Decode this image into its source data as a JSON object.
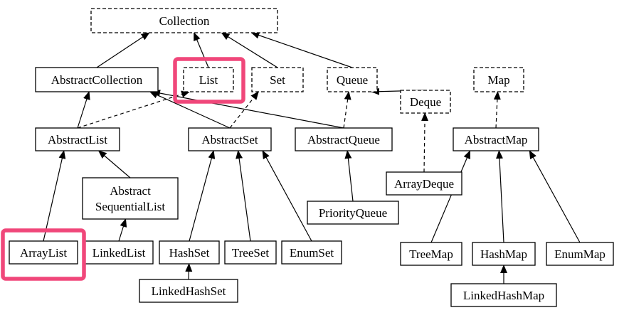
{
  "colors": {
    "background": "#ffffff",
    "line": "#000000",
    "highlight": "#f0477a"
  },
  "nodes": [
    {
      "id": "collection",
      "name": "Collection",
      "interface": true
    },
    {
      "id": "abstractcollection",
      "name": "AbstractCollection",
      "interface": false
    },
    {
      "id": "list",
      "name": "List",
      "interface": true,
      "highlighted": true
    },
    {
      "id": "set",
      "name": "Set",
      "interface": true
    },
    {
      "id": "queue",
      "name": "Queue",
      "interface": true
    },
    {
      "id": "deque",
      "name": "Deque",
      "interface": true
    },
    {
      "id": "map",
      "name": "Map",
      "interface": true
    },
    {
      "id": "abstractlist",
      "name": "AbstractList",
      "interface": false
    },
    {
      "id": "abstractset",
      "name": "AbstractSet",
      "interface": false
    },
    {
      "id": "abstractqueue",
      "name": "AbstractQueue",
      "interface": false
    },
    {
      "id": "abstractmap",
      "name": "AbstractMap",
      "interface": false
    },
    {
      "id": "abstractsequentiallist",
      "name": "Abstract\nSequentialList",
      "interface": false
    },
    {
      "id": "arraydeque",
      "name": "ArrayDeque",
      "interface": false
    },
    {
      "id": "priorityqueue",
      "name": "PriorityQueue",
      "interface": false
    },
    {
      "id": "arraylist",
      "name": "ArrayList",
      "interface": false,
      "highlighted": true
    },
    {
      "id": "linkedlist",
      "name": "LinkedList",
      "interface": false
    },
    {
      "id": "hashset",
      "name": "HashSet",
      "interface": false
    },
    {
      "id": "treeset",
      "name": "TreeSet",
      "interface": false
    },
    {
      "id": "enumset",
      "name": "EnumSet",
      "interface": false
    },
    {
      "id": "linkedhashset",
      "name": "LinkedHashSet",
      "interface": false
    },
    {
      "id": "treemap",
      "name": "TreeMap",
      "interface": false
    },
    {
      "id": "hashmap",
      "name": "HashMap",
      "interface": false
    },
    {
      "id": "enummap",
      "name": "EnumMap",
      "interface": false
    },
    {
      "id": "linkedhashmap",
      "name": "LinkedHashMap",
      "interface": false
    }
  ],
  "edges": [
    {
      "from": "abstractcollection",
      "to": "collection",
      "style": "solid"
    },
    {
      "from": "list",
      "to": "collection",
      "style": "solid"
    },
    {
      "from": "set",
      "to": "collection",
      "style": "solid"
    },
    {
      "from": "queue",
      "to": "collection",
      "style": "solid"
    },
    {
      "from": "deque",
      "to": "queue",
      "style": "solid"
    },
    {
      "from": "abstractlist",
      "to": "abstractcollection",
      "style": "solid"
    },
    {
      "from": "abstractlist",
      "to": "list",
      "style": "dashed"
    },
    {
      "from": "abstractset",
      "to": "abstractcollection",
      "style": "solid"
    },
    {
      "from": "abstractset",
      "to": "set",
      "style": "dashed"
    },
    {
      "from": "abstractqueue",
      "to": "abstractcollection",
      "style": "solid"
    },
    {
      "from": "abstractqueue",
      "to": "queue",
      "style": "dashed"
    },
    {
      "from": "arraydeque",
      "to": "deque",
      "style": "dashed"
    },
    {
      "from": "abstractmap",
      "to": "map",
      "style": "dashed"
    },
    {
      "from": "abstractsequentiallist",
      "to": "abstractlist",
      "style": "solid"
    },
    {
      "from": "arraylist",
      "to": "abstractlist",
      "style": "solid"
    },
    {
      "from": "linkedlist",
      "to": "abstractsequentiallist",
      "style": "solid"
    },
    {
      "from": "hashset",
      "to": "abstractset",
      "style": "solid"
    },
    {
      "from": "treeset",
      "to": "abstractset",
      "style": "solid"
    },
    {
      "from": "enumset",
      "to": "abstractset",
      "style": "solid"
    },
    {
      "from": "linkedhashset",
      "to": "hashset",
      "style": "solid"
    },
    {
      "from": "priorityqueue",
      "to": "abstractqueue",
      "style": "solid"
    },
    {
      "from": "treemap",
      "to": "abstractmap",
      "style": "solid"
    },
    {
      "from": "hashmap",
      "to": "abstractmap",
      "style": "solid"
    },
    {
      "from": "enummap",
      "to": "abstractmap",
      "style": "solid"
    },
    {
      "from": "linkedhashmap",
      "to": "hashmap",
      "style": "solid"
    }
  ]
}
